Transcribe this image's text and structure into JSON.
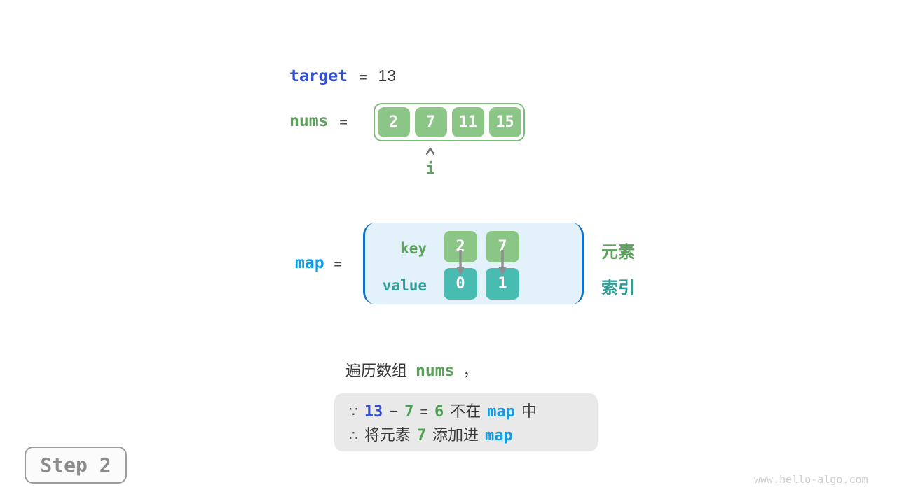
{
  "target_row": {
    "label": "target",
    "equals": "=",
    "value": "13"
  },
  "nums_row": {
    "label": "nums",
    "equals": "=",
    "cells": [
      "2",
      "7",
      "11",
      "15"
    ],
    "pointer_label": "i"
  },
  "map_row": {
    "label": "map",
    "equals": "=",
    "key_label": "key",
    "value_label": "value",
    "keys": [
      "2",
      "7"
    ],
    "values": [
      "0",
      "1"
    ],
    "side_labels": {
      "element": "元素",
      "index": "索引"
    }
  },
  "caption": {
    "prefix": "遍历数组",
    "code": "nums",
    "suffix": "，"
  },
  "note_box": {
    "line1": [
      {
        "t": "∵",
        "c": "dim"
      },
      {
        "t": "13",
        "c": "indigo"
      },
      {
        "t": "−",
        "c": "plain"
      },
      {
        "t": "7",
        "c": "green"
      },
      {
        "t": "=",
        "c": "dim"
      },
      {
        "t": "6",
        "c": "green"
      },
      {
        "t": "不在",
        "c": "plain"
      },
      {
        "t": "map",
        "c": "azure"
      },
      {
        "t": "中",
        "c": "plain"
      }
    ],
    "line2": [
      {
        "t": "∴",
        "c": "dim"
      },
      {
        "t": "将元素",
        "c": "plain"
      },
      {
        "t": "7",
        "c": "green"
      },
      {
        "t": "添加进",
        "c": "plain"
      },
      {
        "t": "map",
        "c": "azure"
      }
    ]
  },
  "step_label": "Step 2",
  "watermark": "www.hello-algo.com",
  "colors": {
    "indigo": "#3350D4",
    "azure": "#0E9EE6",
    "green_text": "#5BA15C",
    "teal_text": "#2E9E96",
    "cell_green": "#8CC687",
    "cell_teal": "#49BCB1",
    "array_border": "#7CBB78",
    "map_bg": "#E3F1FA",
    "map_bracket": "#1173C8",
    "note_bg": "#E9E9E9",
    "arrow_gray": "#8E8E8E"
  }
}
